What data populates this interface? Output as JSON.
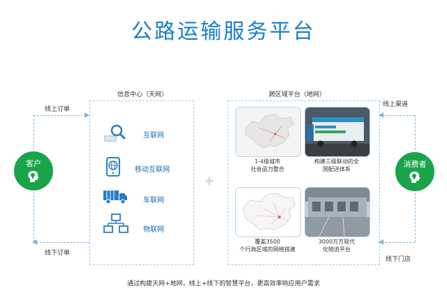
{
  "title": "公路运输服务平台",
  "left_panel": {
    "label": "信息中心（天网）",
    "items": [
      {
        "label": "互联网",
        "icon": "search-icon"
      },
      {
        "label": "移动互联网",
        "icon": "mobile-globe-icon"
      },
      {
        "label": "车联网",
        "icon": "truck-icon"
      },
      {
        "label": "物联网",
        "icon": "network-icon"
      }
    ]
  },
  "right_panel": {
    "label": "跨区域平台（地网）",
    "cards": [
      {
        "caption_1": "1-4级城市",
        "caption_2": "社会运力整合",
        "image": "china-map"
      },
      {
        "caption_1": "构建三级联动的全",
        "caption_2": "国配送体系",
        "image": "delivery-truck-photo"
      },
      {
        "caption_1": "覆盖3500",
        "caption_2": "个行政区域的网络搭建",
        "image": "china-network-map"
      },
      {
        "caption_1": "3000万方现代",
        "caption_2": "化物流平台",
        "image": "warehouse-photo"
      }
    ]
  },
  "customer": {
    "label": "客户",
    "icon": "head-bulb-icon"
  },
  "consumer": {
    "label": "消费者",
    "icon": "head-bulb-icon"
  },
  "flows": {
    "online_order": "线上订单",
    "offline_order": "线下订单",
    "online_channel": "线上渠道",
    "offline_store": "线下门店"
  },
  "footer": "通过构建天网+地网，线上+线下的智慧平台，更高效率响应用户需求",
  "colors": {
    "title": "#1a7ec8",
    "accent_green": "#1aa44a",
    "icon_blue": "#2a7cc7",
    "dash": "#7fb3dc"
  }
}
